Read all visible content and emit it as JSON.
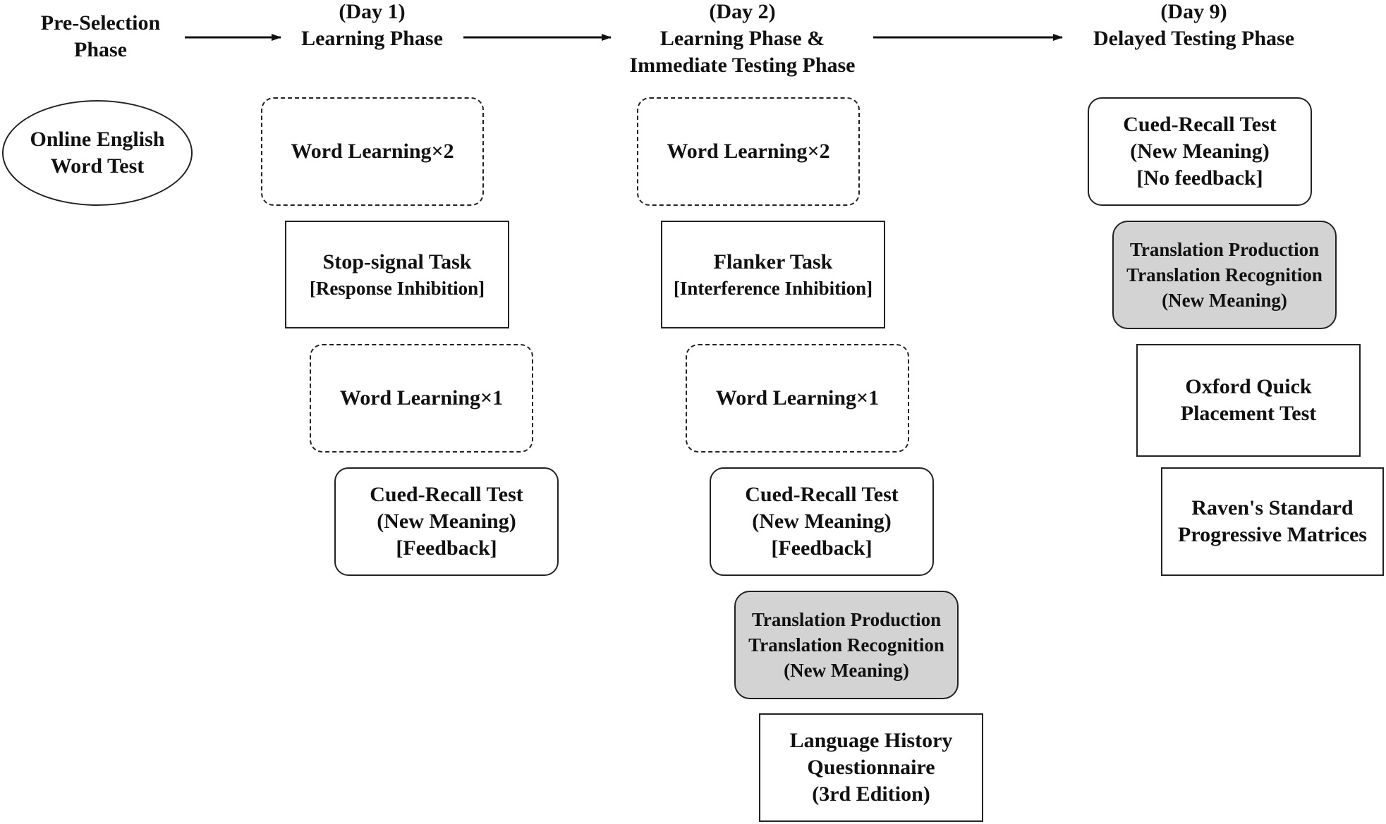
{
  "phases": {
    "pre_selection": {
      "line1": "Pre-Selection",
      "line2": "Phase"
    },
    "day1": {
      "day": "(Day 1)",
      "line1": "Learning Phase"
    },
    "day2": {
      "day": "(Day 2)",
      "line1": "Learning Phase &",
      "line2": "Immediate Testing Phase"
    },
    "day9": {
      "day": "(Day 9)",
      "line1": "Delayed Testing Phase"
    }
  },
  "pre_selection_box": {
    "line1": "Online English",
    "line2": "Word Test"
  },
  "day1_boxes": {
    "word_learning_2": "Word Learning×2",
    "stop_signal": {
      "title": "Stop-signal Task",
      "sub": "[Response Inhibition]"
    },
    "word_learning_1": "Word Learning×1",
    "cued_recall": {
      "title": "Cued-Recall Test",
      "sub": "(New Meaning)",
      "note": "[Feedback]"
    }
  },
  "day2_boxes": {
    "word_learning_2": "Word Learning×2",
    "flanker": {
      "title": "Flanker Task",
      "sub": "[Interference Inhibition]"
    },
    "word_learning_1": "Word Learning×1",
    "cued_recall": {
      "title": "Cued-Recall Test",
      "sub": "(New Meaning)",
      "note": "[Feedback]"
    },
    "translation": {
      "line1": "Translation Production",
      "line2": "Translation Recognition",
      "line3": "(New Meaning)"
    },
    "lhq": {
      "line1": "Language History",
      "line2": "Questionnaire",
      "line3": "(3rd Edition)"
    }
  },
  "day9_boxes": {
    "cued_recall": {
      "title": "Cued-Recall Test",
      "sub": "(New Meaning)",
      "note": "[No feedback]"
    },
    "translation": {
      "line1": "Translation Production",
      "line2": "Translation Recognition",
      "line3": "(New Meaning)"
    },
    "oxford": {
      "line1": "Oxford Quick",
      "line2": "Placement Test"
    },
    "raven": {
      "line1": "Raven's Standard",
      "line2": "Progressive Matrices"
    }
  },
  "colors": {
    "stroke": "#222222",
    "gray_fill": "#d3d3d3",
    "background": "#ffffff"
  }
}
